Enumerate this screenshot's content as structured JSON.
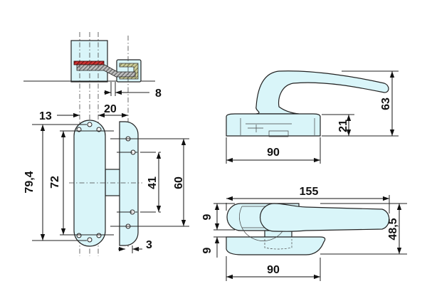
{
  "colors": {
    "part_fill": "#d9f5f9",
    "line": "#222222",
    "gasket": "#8b1a1a",
    "hatch": "#555555",
    "bracket": "#8a8a3a"
  },
  "dimensions": {
    "spindle_offset": "8",
    "plate_offset": "13",
    "spindle_to_plate": "20",
    "plate_length": "79,4",
    "screw_spacing": "72",
    "cover_hole_outer": "60",
    "cover_hole_inner": "41",
    "cover_thickness": "3",
    "handle_height": "63",
    "base_height": "21",
    "base_width_side": "90",
    "handle_length": "155",
    "handle_thickness": "9",
    "base_thickness": "9",
    "total_depth": "48,5",
    "base_width_top": "90"
  }
}
